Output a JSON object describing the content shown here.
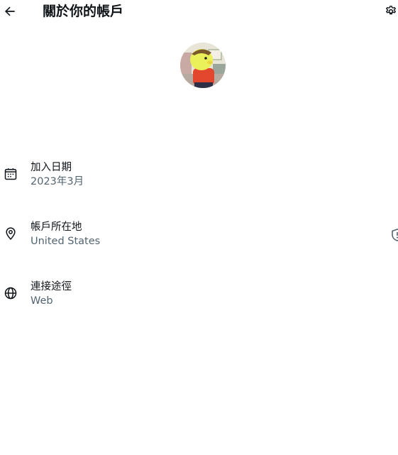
{
  "header": {
    "title": "關於你的帳戶",
    "back_icon": "arrow-left-icon",
    "settings_icon": "gear-icon"
  },
  "colors": {
    "text_primary": "#0f1419",
    "text_secondary": "#536471",
    "background": "#ffffff"
  },
  "rows": [
    {
      "icon": "calendar-icon",
      "label": "加入日期",
      "value": "2023年3月"
    },
    {
      "icon": "location-pin-icon",
      "label": "帳戶所在地",
      "value": "United States",
      "side_icon": "shield-icon"
    },
    {
      "icon": "globe-icon",
      "label": "連接途徑",
      "value": "Web"
    }
  ]
}
